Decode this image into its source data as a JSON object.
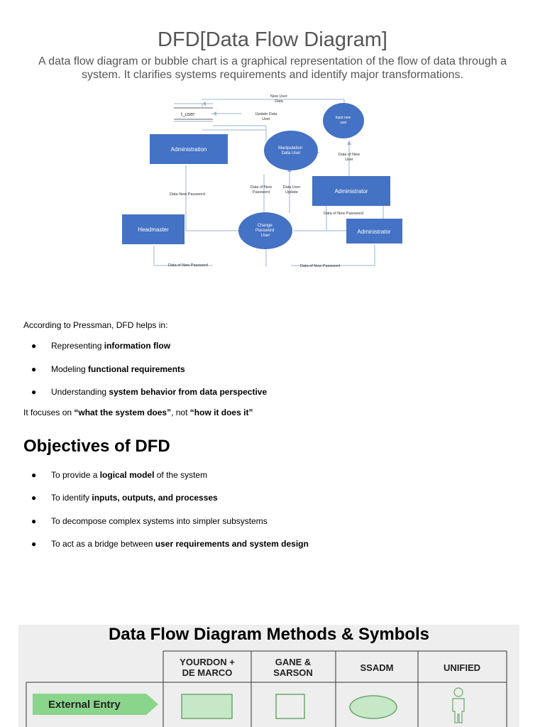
{
  "header": {
    "title": "DFD[Data Flow Diagram]",
    "intro": "A data flow diagram or bubble chart is a graphical representation of the flow of data through a system. It clarifies systems requirements and identify major transformations."
  },
  "diagram": {
    "t_user": "t_user",
    "administration": "Administration",
    "headmaster": "Headmaster",
    "administrator_1": "Administrator",
    "administrator_2": "Administrator",
    "input_new_user": [
      "Input new",
      "user"
    ],
    "manipulation_data_user": [
      "Manipulation",
      "Data User"
    ],
    "change_password_user": [
      "Change",
      "Password",
      "User"
    ],
    "new_user_data": [
      "New User",
      "Data"
    ],
    "update_data_user": [
      "Update Data",
      "User"
    ],
    "data_of_new_user": [
      "Data of New",
      "User"
    ],
    "data_new_password": "Data New Password",
    "data_of_new_password_mid": [
      "Data of New",
      "Password"
    ],
    "data_user_update": [
      "Data User",
      "Update"
    ],
    "data_of_new_password_right": "Data of New Password",
    "data_of_new_password_bottom_left": "Data of New Password",
    "data_of_new_password_bottom_right": "Data of New Password"
  },
  "pressman": {
    "intro": "According to Pressman, DFD helps in:",
    "bullets": [
      {
        "plain": "Representing ",
        "bold": "information flow"
      },
      {
        "plain": "Modeling ",
        "bold": "functional requirements"
      },
      {
        "plain": "Understanding ",
        "bold": "system behavior from data perspective"
      }
    ],
    "focus": {
      "p1": "It focuses on ",
      "b1": "“what the system does”",
      "p2": ", not ",
      "b2": "“how it does it”"
    }
  },
  "objectives": {
    "heading": "Objectives of DFD",
    "bullets": [
      {
        "plain": "To provide a ",
        "bold": "logical model",
        "after": " of the system"
      },
      {
        "plain": "To identify ",
        "bold": "inputs, outputs, and processes",
        "after": ""
      },
      {
        "plain": "To decompose complex systems into simpler subsystems",
        "bold": "",
        "after": ""
      },
      {
        "plain": "To act as a bridge between ",
        "bold": "user requirements and system design",
        "after": ""
      }
    ]
  },
  "methods": {
    "title": "Data Flow Diagram Methods & Symbols",
    "columns": [
      [
        "YOURDON +",
        "DE MARCO"
      ],
      [
        "GANE &",
        "SARSON"
      ],
      [
        "SSADM"
      ],
      [
        "UNIFIED"
      ]
    ],
    "row_label": "External Entry"
  },
  "colors": {
    "title_gray": "#555555",
    "diagram_blue": "#4472c4",
    "arrow_green": "#8bd48b",
    "symbol_fill": "#c6e8c6",
    "symbol_stroke": "#6aa86a"
  }
}
